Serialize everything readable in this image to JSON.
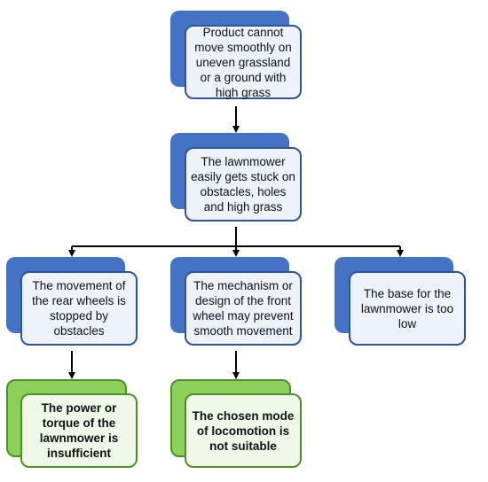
{
  "colors": {
    "blue_back": "#4472c4",
    "blue_front_border": "#2e5597",
    "blue_front_fill": "#eef2fb",
    "green_back": "#8ccf5b",
    "green_border": "#4f8f2a",
    "green_front_fill": "#f0f8ea",
    "connector": "#000000"
  },
  "nodes": {
    "root": "Product cannot move smoothly on uneven grassland or a ground with high grass",
    "middle": "The lawnmower easily gets stuck on obstacles, holes and high grass",
    "left": "The movement of the rear wheels is stopped by obstacles",
    "center": "The mechanism or design of the front wheel may prevent smooth movement",
    "right": "The base for the lawnmower is too low",
    "left_cause": "The power or torque of the lawnmower is insufficient",
    "center_cause": "The chosen mode of locomotion is not suitable"
  }
}
